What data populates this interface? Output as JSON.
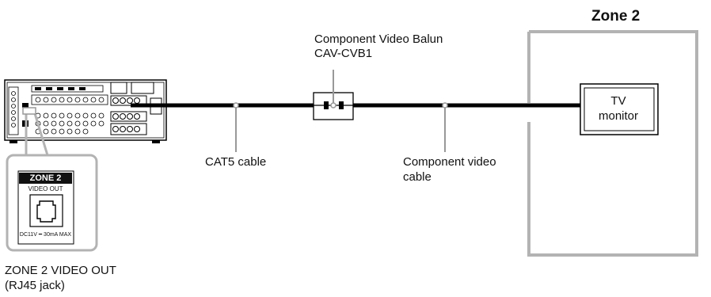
{
  "zone_title": "Zone 2",
  "balun_line1": "Component Video Balun",
  "balun_line2": "CAV-CVB1",
  "cat5_label": "CAT5 cable",
  "component_line1": "Component video",
  "component_line2": "cable",
  "tv_line1": "TV",
  "tv_line2": "monitor",
  "jack_line1": "ZONE 2 VIDEO OUT",
  "jack_line2": "(RJ45 jack)",
  "panel": {
    "title": "ZONE 2",
    "sub": "VIDEO OUT",
    "foot": "DC11V ━ 30mA MAX"
  }
}
